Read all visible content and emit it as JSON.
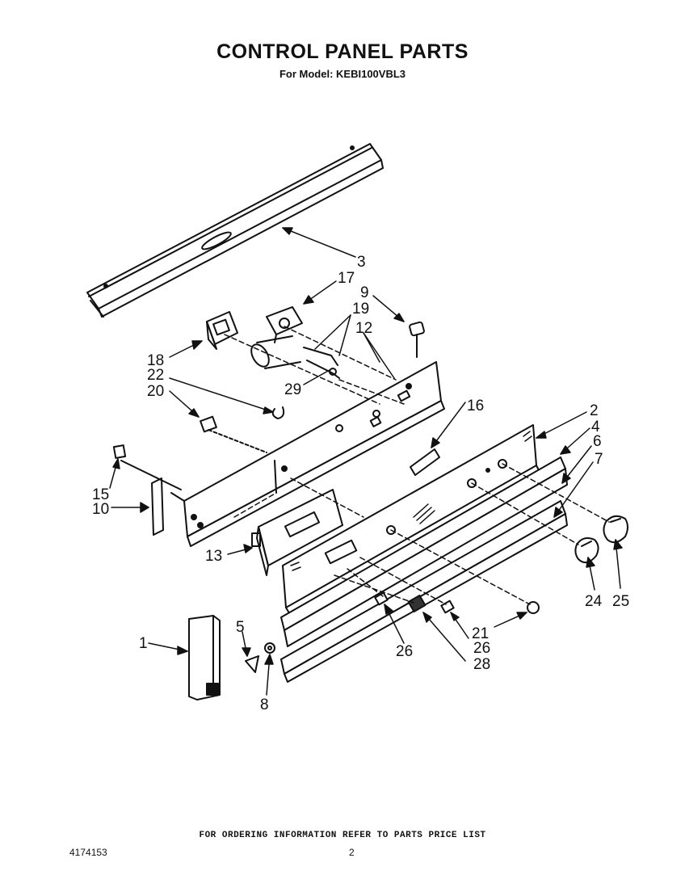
{
  "header": {
    "title": "CONTROL PANEL PARTS",
    "subtitle": "For Model: KEBI100VBL3"
  },
  "callouts": {
    "p1": "1",
    "p2": "2",
    "p3": "3",
    "p4": "4",
    "p5": "5",
    "p6": "6",
    "p7": "7",
    "p8": "8",
    "p9": "9",
    "p10": "10",
    "p12": "12",
    "p13": "13",
    "p15": "15",
    "p16": "16",
    "p17": "17",
    "p18": "18",
    "p19": "19",
    "p20": "20",
    "p21": "21",
    "p22": "22",
    "p24": "24",
    "p25": "25",
    "p26a": "26",
    "p26b": "26",
    "p28": "28",
    "p29": "29"
  },
  "footer": {
    "note": "FOR ORDERING INFORMATION REFER TO PARTS PRICE LIST",
    "doc_number": "4174153",
    "page_number": "2"
  }
}
